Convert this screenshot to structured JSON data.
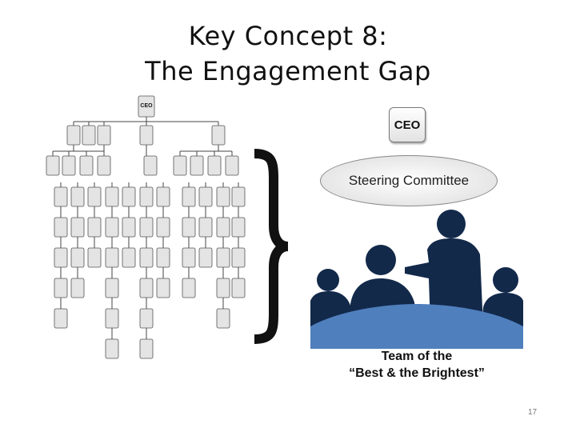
{
  "slide": {
    "title_line1": "Key Concept 8:",
    "title_line2": "The Engagement Gap",
    "page_number": "17"
  },
  "org_chart": {
    "top_box_label": "CEO"
  },
  "team_diagram": {
    "ceo_label": "CEO",
    "committee_label": "Steering Committee",
    "team_line1": "Team of the",
    "team_line2": "“Best & the Brightest”"
  },
  "colors": {
    "silhouette": "#12294a",
    "table": "#4f7fbd",
    "box_border": "#777777"
  }
}
